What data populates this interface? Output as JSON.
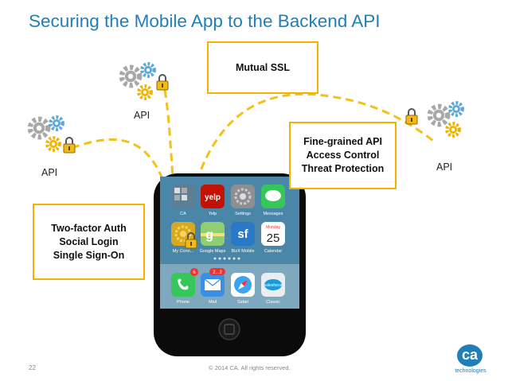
{
  "slide": {
    "title": "Securing the Mobile App to the Backend API",
    "slide_number": "22",
    "copyright": "© 2014 CA. All rights reserved."
  },
  "callouts": {
    "mutual_ssl": "Mutual SSL",
    "api_features": [
      "Fine-grained API",
      "Access Control",
      "Threat Protection"
    ],
    "auth_features": [
      "Two-factor Auth",
      "Social Login",
      "Single Sign-On"
    ]
  },
  "api_nodes": [
    {
      "label": "API",
      "icon": "gears-lock-icon"
    },
    {
      "label": "API",
      "icon": "gears-lock-icon"
    },
    {
      "label": "API",
      "icon": "gears-lock-icon"
    }
  ],
  "phone": {
    "apps": [
      {
        "label": "CA",
        "icon": "folder-icon"
      },
      {
        "label": "Yelp",
        "icon": "yelp-icon"
      },
      {
        "label": "Settings",
        "icon": "settings-gear-icon"
      },
      {
        "label": "Messages",
        "icon": "speech-bubble-icon"
      },
      {
        "label": "My Conn...",
        "icon": "gear-app-icon"
      },
      {
        "label": "Google Maps",
        "icon": "map-icon"
      },
      {
        "label": "BizX Mobile",
        "icon": "sf-icon"
      },
      {
        "label": "Calendar",
        "icon": "calendar-icon"
      }
    ],
    "dock": [
      {
        "label": "Phone",
        "icon": "phone-icon",
        "badge": "6"
      },
      {
        "label": "Mail",
        "icon": "mail-icon",
        "badge": "2...2"
      },
      {
        "label": "Safari",
        "icon": "compass-icon"
      },
      {
        "label": "Classic",
        "icon": "salesforce-icon"
      }
    ],
    "calendar_day": "Monday",
    "calendar_date": "25"
  },
  "logo": {
    "mark": "ca",
    "sub": "technologies"
  },
  "colors": {
    "title": "#1f7fb6",
    "callout_border": "#f0b400",
    "connection_line": "#f0c020",
    "lock": "#f0b400"
  }
}
